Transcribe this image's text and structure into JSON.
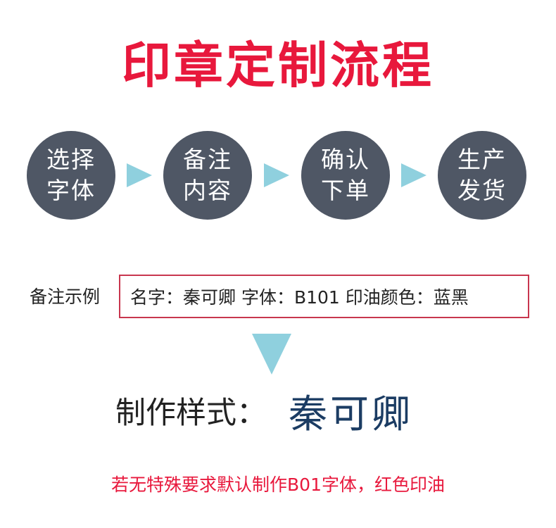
{
  "title": "印章定制流程",
  "steps": [
    {
      "line1": "选择",
      "line2": "字体"
    },
    {
      "line1": "备注",
      "line2": "内容"
    },
    {
      "line1": "确认",
      "line2": "下单"
    },
    {
      "line1": "生产",
      "line2": "发货"
    }
  ],
  "note": {
    "label": "备注示例",
    "example": "名字：秦可卿 字体：B101 印油颜色：蓝黑"
  },
  "sample": {
    "label": "制作样式：",
    "name": "秦可卿"
  },
  "footnote": "若无特殊要求默认制作B01字体，红色印油",
  "colors": {
    "title": "#e8183c",
    "step_circle": "#4f5765",
    "arrow": "#8fd0de",
    "note_border": "#c8364e",
    "sample_name": "#1b3c63",
    "footnote": "#e8183c"
  },
  "icons": [
    "arrow-right-icon",
    "arrow-down-icon"
  ]
}
